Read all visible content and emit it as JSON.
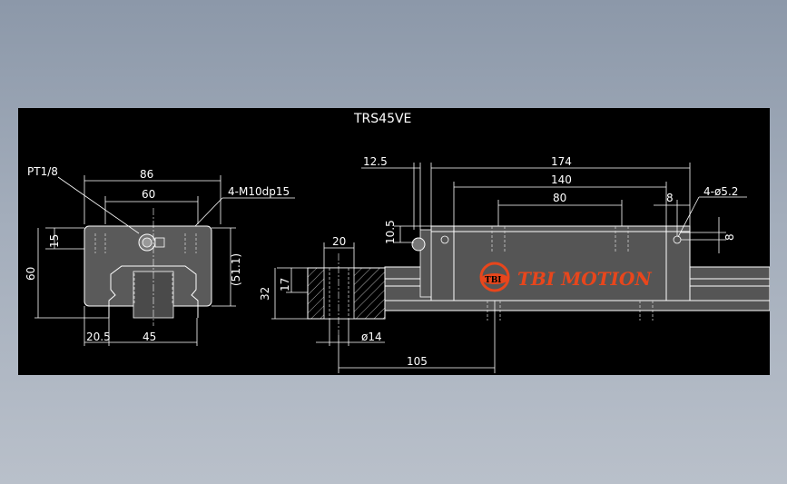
{
  "title": "TRS45VE",
  "colors": {
    "background": "#000000",
    "lines": "#ffffff",
    "part_fill": "#5a5a5a",
    "logo": "#e8461c"
  },
  "logo": {
    "text": "TBI MOTION",
    "mark": "TBI"
  },
  "dimensions": {
    "pt": "PT1/8",
    "w86": "86",
    "w60": "60",
    "m10": "4-M10dp15",
    "h15": "15",
    "h60": "60",
    "h511": "(51.1)",
    "w205": "20.5",
    "w45": "45",
    "w20": "20",
    "h17": "17",
    "h32": "32",
    "d14": "ø14",
    "l105": "105",
    "l125": "12.5",
    "l174": "174",
    "l140": "140",
    "l80": "80",
    "l8a": "8",
    "d52": "4-ø5.2",
    "h105": "10.5",
    "h8b": "8"
  }
}
